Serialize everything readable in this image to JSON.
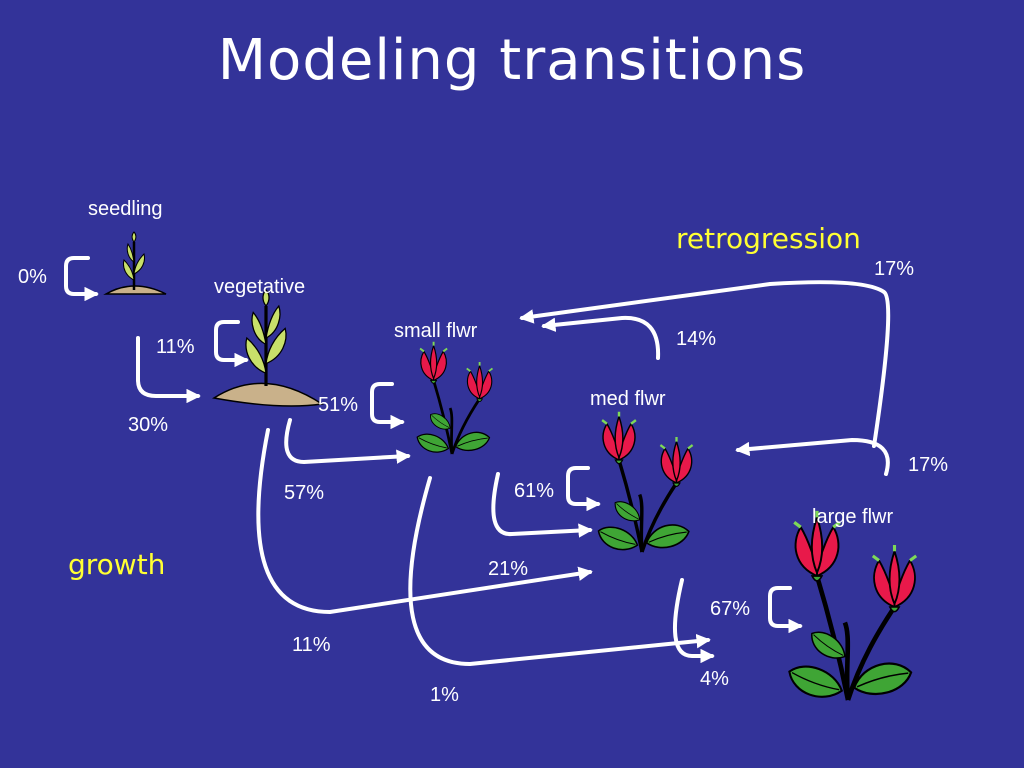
{
  "title": "Modeling transitions",
  "stages": {
    "seedling": "seedling",
    "vegetative": "vegetative",
    "small": "small flwr",
    "medium": "med flwr",
    "large": "large flwr"
  },
  "categories": {
    "growth": "growth",
    "retrogression": "retrogression"
  },
  "transitions": {
    "seedling_stay": "0%",
    "seedling_to_vegetative": "30%",
    "vegetative_stay": "11%",
    "vegetative_to_small": "57%",
    "vegetative_to_medium": "11%",
    "small_stay": "51%",
    "small_to_medium": "21%",
    "small_to_large": "1%",
    "medium_stay": "61%",
    "medium_to_large": "4%",
    "medium_to_small": "14%",
    "large_stay": "67%",
    "large_to_medium": "17%",
    "large_to_small": "17%"
  },
  "colors": {
    "background": "#333399",
    "arrow": "#ffffff",
    "category_text": "#ffff33",
    "petal": "#e8194a",
    "leaf": "#3fa535",
    "soil": "#c9b18a"
  }
}
